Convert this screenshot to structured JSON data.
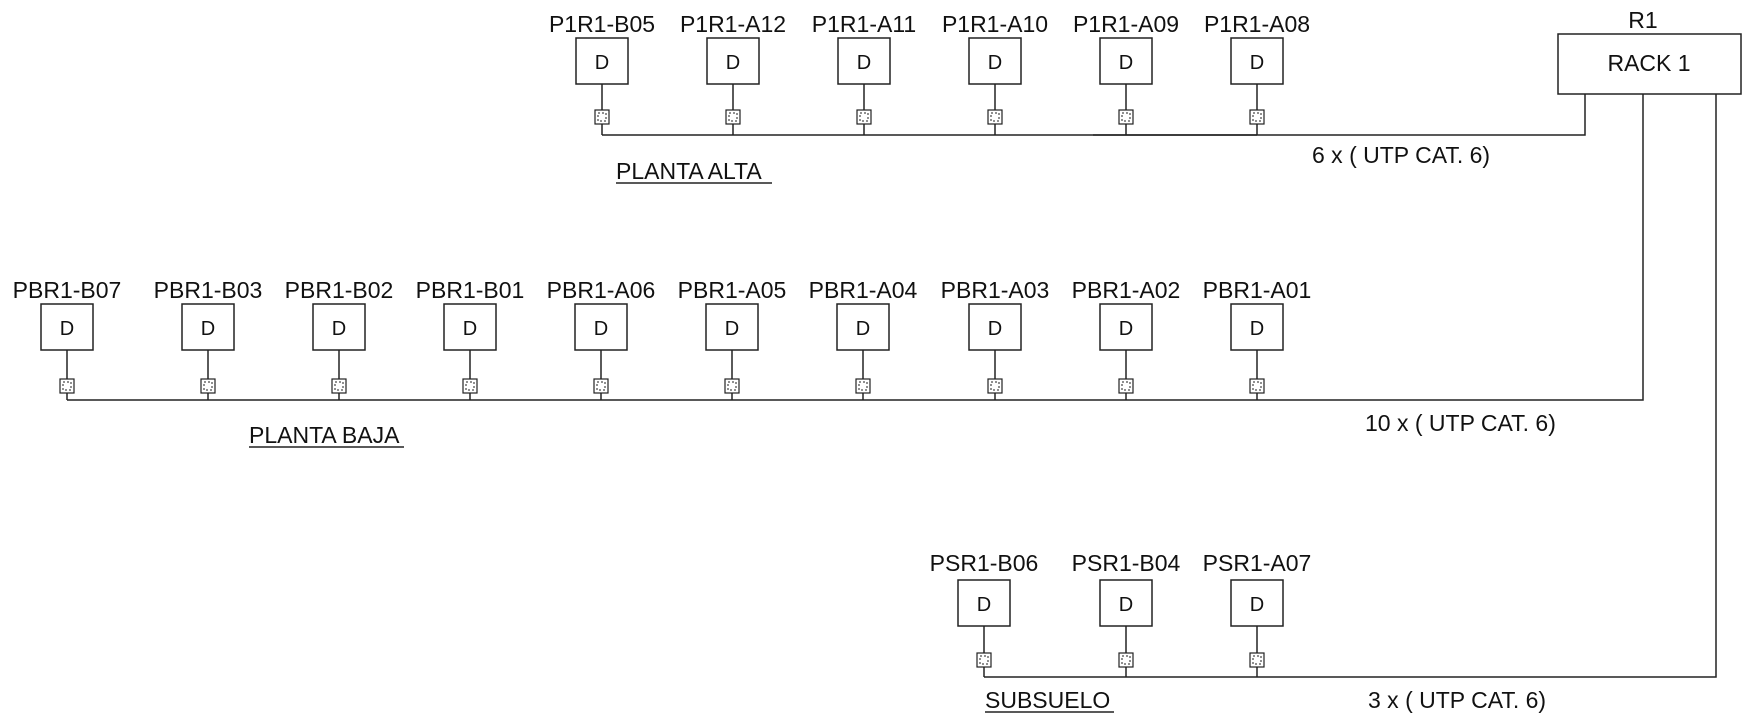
{
  "rack": {
    "id_label": "R1",
    "name": "RACK 1"
  },
  "device_symbol": "D",
  "floors": {
    "alta": {
      "title": "PLANTA ALTA",
      "cable": "6 x ( UTP CAT. 6)",
      "devices": [
        "P1R1-B05",
        "P1R1-A12",
        "P1R1-A11",
        "P1R1-A10",
        "P1R1-A09",
        "P1R1-A08"
      ]
    },
    "baja": {
      "title": "PLANTA BAJA",
      "cable": "10 x ( UTP CAT. 6)",
      "devices": [
        "PBR1-B07",
        "PBR1-B03",
        "PBR1-B02",
        "PBR1-B01",
        "PBR1-A06",
        "PBR1-A05",
        "PBR1-A04",
        "PBR1-A03",
        "PBR1-A02",
        "PBR1-A01"
      ]
    },
    "subsuelo": {
      "title": "SUBSUELO",
      "cable": "3 x ( UTP CAT. 6)",
      "devices": [
        "PSR1-B06",
        "PSR1-B04",
        "PSR1-A07"
      ]
    }
  }
}
